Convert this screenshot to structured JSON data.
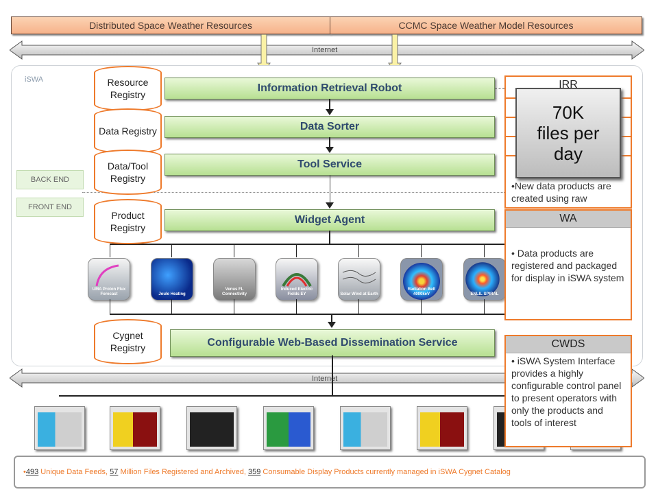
{
  "top_bars": {
    "left_label": "Distributed Space Weather Resources",
    "right_label": "CCMC Space Weather Model Resources"
  },
  "internet_label": "Internet",
  "region_label": "iSWA",
  "zones": {
    "back_end": "BACK END",
    "front_end": "FRONT END"
  },
  "components": {
    "irr": "Information Retrieval Robot",
    "sorter": "Data Sorter",
    "tool_service": "Tool Service",
    "widget_agent": "Widget Agent",
    "cwds": "Configurable Web-Based Dissemination Service"
  },
  "registries": {
    "resource": "Resource Registry",
    "data": "Data Registry",
    "datatool": "Data/Tool Registry",
    "product": "Product Registry",
    "cygnet": "Cygnet Registry"
  },
  "widgets": [
    {
      "caption": "UMA Proton Flux Forecast"
    },
    {
      "caption": "Joule Heating"
    },
    {
      "caption": "Venus FL Connectivity"
    },
    {
      "caption": "Induced Electric Fields EY"
    },
    {
      "caption": "Solar Wind at Earth"
    },
    {
      "caption": "Radiation Belt 4000keV"
    },
    {
      "caption": "ENLIL SPIRAL"
    }
  ],
  "callouts": {
    "irr_title": "IRR",
    "ts_text": "•New data products are created using raw",
    "wa_title": "WA",
    "wa_text": "• Data products are registered and packaged for display in iSWA system",
    "cwds_title": "CWDS",
    "cwds_text": "• iSWA System Interface provides a highly configurable control panel to present operators with only the products and tools of interest"
  },
  "popup": {
    "line1": "70K",
    "line2": "files per",
    "line3": "day"
  },
  "footer": {
    "bullet": "•",
    "n1": "493",
    "t1": " Unique Data Feeds, ",
    "n2": "57",
    "t2": " Million Files Registered and Archived, ",
    "n3": "359",
    "t3": " Consumable Display Products currently managed in iSWA Cygnet Catalog"
  },
  "colors": {
    "accent": "#ee7a2b",
    "bar_green": "#b7e092",
    "title_blue": "#2f4a6e"
  }
}
